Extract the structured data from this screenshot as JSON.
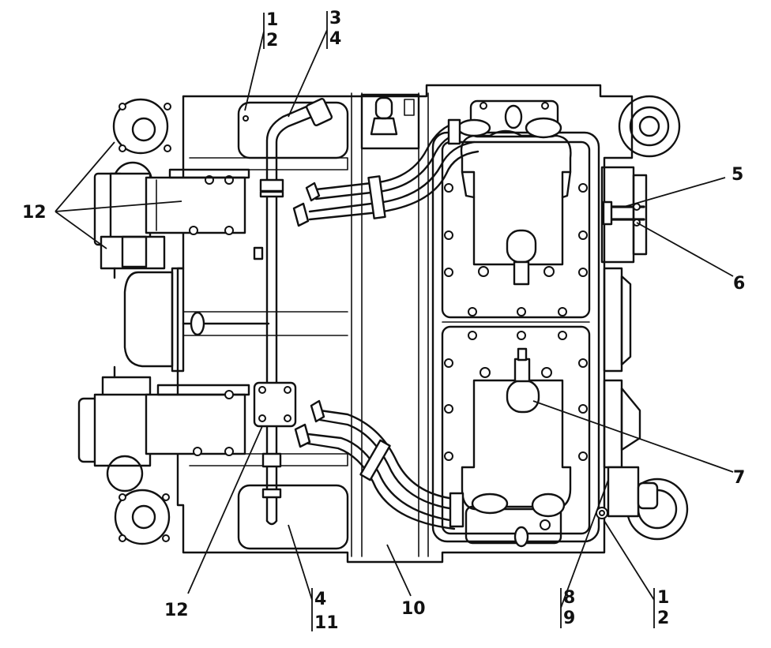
{
  "callouts": {
    "top_left": {
      "a": "1",
      "b": "2"
    },
    "top_mid": {
      "a": "3",
      "b": "4"
    },
    "right_5": "5",
    "right_6": "6",
    "right_7": "7",
    "left_12": "12",
    "bottom_12": "12",
    "bottom_4_11": {
      "a": "4",
      "b": "11"
    },
    "bottom_10": "10",
    "bottom_8_9": {
      "a": "8",
      "b": "9"
    },
    "bottom_1_2": {
      "a": "1",
      "b": "2"
    }
  }
}
